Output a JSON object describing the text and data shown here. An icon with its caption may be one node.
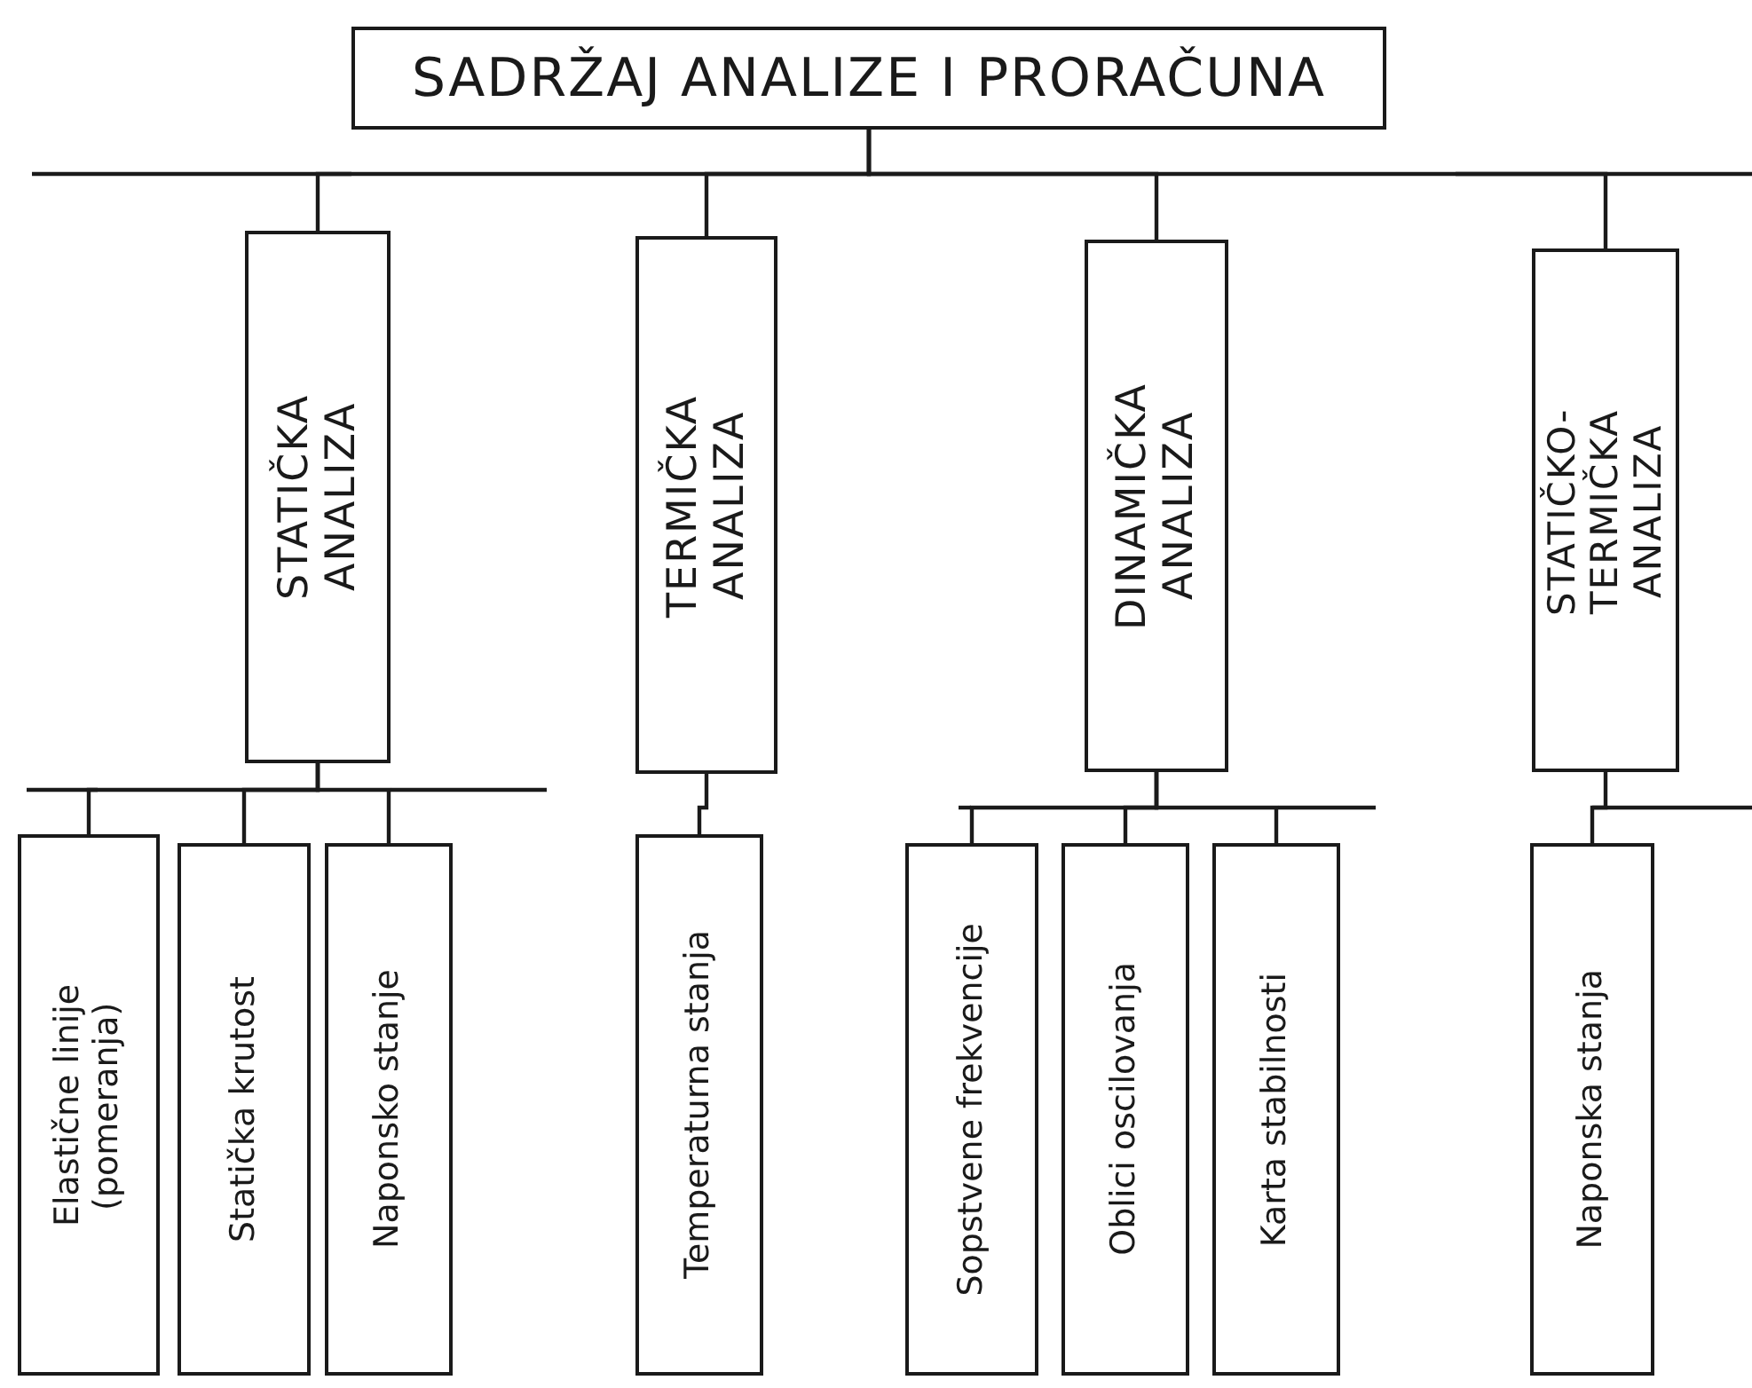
{
  "diagram": {
    "nodes": [
      {
        "text": [
          "SADRŽAJ ANALIZE I PRORAČUNA"
        ]
      },
      {
        "text": [
          "STATIČKA ANALIZA"
        ]
      },
      {
        "text": [
          "TERMIČKA ANALIZA"
        ]
      },
      {
        "text": [
          "DINAMIČKA ANALIZA"
        ]
      },
      {
        "text": [
          "STATIČKO-TERMIČKA ANALIZA"
        ]
      },
      {
        "text": [
          "Elastične linije (pomeranja)"
        ]
      },
      {
        "text": [
          "Statička krutost"
        ]
      },
      {
        "text": [
          "Naponsko stanje"
        ]
      },
      {
        "text": [
          "Temperaturna stanja"
        ]
      },
      {
        "text": [
          "Sopstvene frekvencije"
        ]
      },
      {
        "text": [
          "Oblici oscilovanja"
        ]
      },
      {
        "text": [
          "Karta stabilnosti"
        ]
      },
      {
        "text": [
          "Naponska stanja"
        ]
      }
    ],
    "edges": [
      {
        "from": 0,
        "to": 1,
        "arrow": "none"
      },
      {
        "from": 0,
        "to": 2,
        "arrow": "none"
      },
      {
        "from": 0,
        "to": 3,
        "arrow": "none"
      },
      {
        "from": 0,
        "to": 4,
        "arrow": "none"
      },
      {
        "from": 1,
        "to": 5,
        "arrow": "none"
      },
      {
        "from": 1,
        "to": 6,
        "arrow": "none"
      },
      {
        "from": 1,
        "to": 7,
        "arrow": "none"
      },
      {
        "from": 2,
        "to": 8,
        "arrow": "none"
      },
      {
        "from": 3,
        "to": 9,
        "arrow": "none"
      },
      {
        "from": 3,
        "to": 10,
        "arrow": "none"
      },
      {
        "from": 3,
        "to": 11,
        "arrow": "none"
      },
      {
        "from": 4,
        "to": 12,
        "arrow": "none"
      }
    ]
  }
}
